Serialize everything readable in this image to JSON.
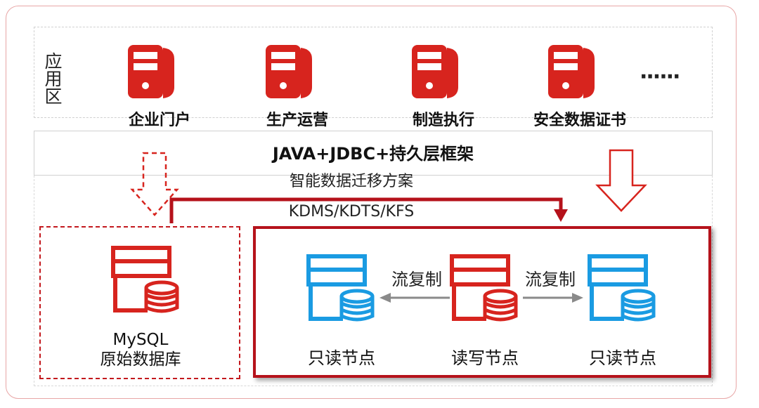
{
  "colors": {
    "red": "#d7241e",
    "dark_red": "#b5121b",
    "blue": "#1a9be2",
    "grey": "#8a8a8a"
  },
  "app_zone": {
    "label": "应用区",
    "apps": [
      {
        "label": "企业门户",
        "icon": "server-icon"
      },
      {
        "label": "生产运营",
        "icon": "server-icon"
      },
      {
        "label": "制造执行",
        "icon": "server-icon"
      },
      {
        "label": "安全数据证书",
        "icon": "server-icon"
      }
    ],
    "ellipsis": "······"
  },
  "framework": {
    "label": "JAVA+JDBC+持久层框架"
  },
  "migration": {
    "solution": "智能数据迁移方案",
    "tools": "KDMS/KDTS/KFS"
  },
  "source_db": {
    "line1": "MySQL",
    "line2": "原始数据库",
    "icon": "database-icon"
  },
  "cluster": {
    "nodes": [
      {
        "label": "只读节点",
        "icon": "database-icon"
      },
      {
        "label": "读写节点",
        "icon": "database-icon"
      },
      {
        "label": "只读节点",
        "icon": "database-icon"
      }
    ],
    "replication_left": "流复制",
    "replication_right": "流复制"
  }
}
